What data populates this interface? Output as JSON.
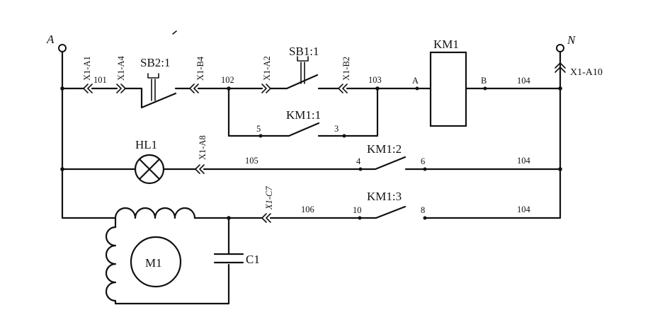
{
  "terminals": {
    "a": "A",
    "n": "N"
  },
  "components": {
    "sb2": "SB2:1",
    "sb1": "SB1:1",
    "km1": "KM1",
    "km1_1": "KM1:1",
    "km1_2": "KM1:2",
    "km1_3": "KM1:3",
    "hl1": "HL1",
    "m1": "M1",
    "c1": "C1"
  },
  "connectors": {
    "x1_a1": "X1-A1",
    "x1_a4": "X1-A4",
    "x1_b4": "X1-B4",
    "x1_a2": "X1-A2",
    "x1_b2": "X1-B2",
    "x1_a10": "X1-A10",
    "x1_a8": "X1-A8",
    "x1_c7": "X1-C7"
  },
  "wires": {
    "w101": "101",
    "w102": "102",
    "w103": "103",
    "w104_top": "104",
    "w104_mid": "104",
    "w104_bot": "104",
    "w105": "105",
    "w106": "106"
  },
  "pins": {
    "coil_a": "A",
    "coil_b": "B",
    "p5": "5",
    "p3": "3",
    "p4": "4",
    "p6": "6",
    "p10": "10",
    "p8": "8"
  }
}
